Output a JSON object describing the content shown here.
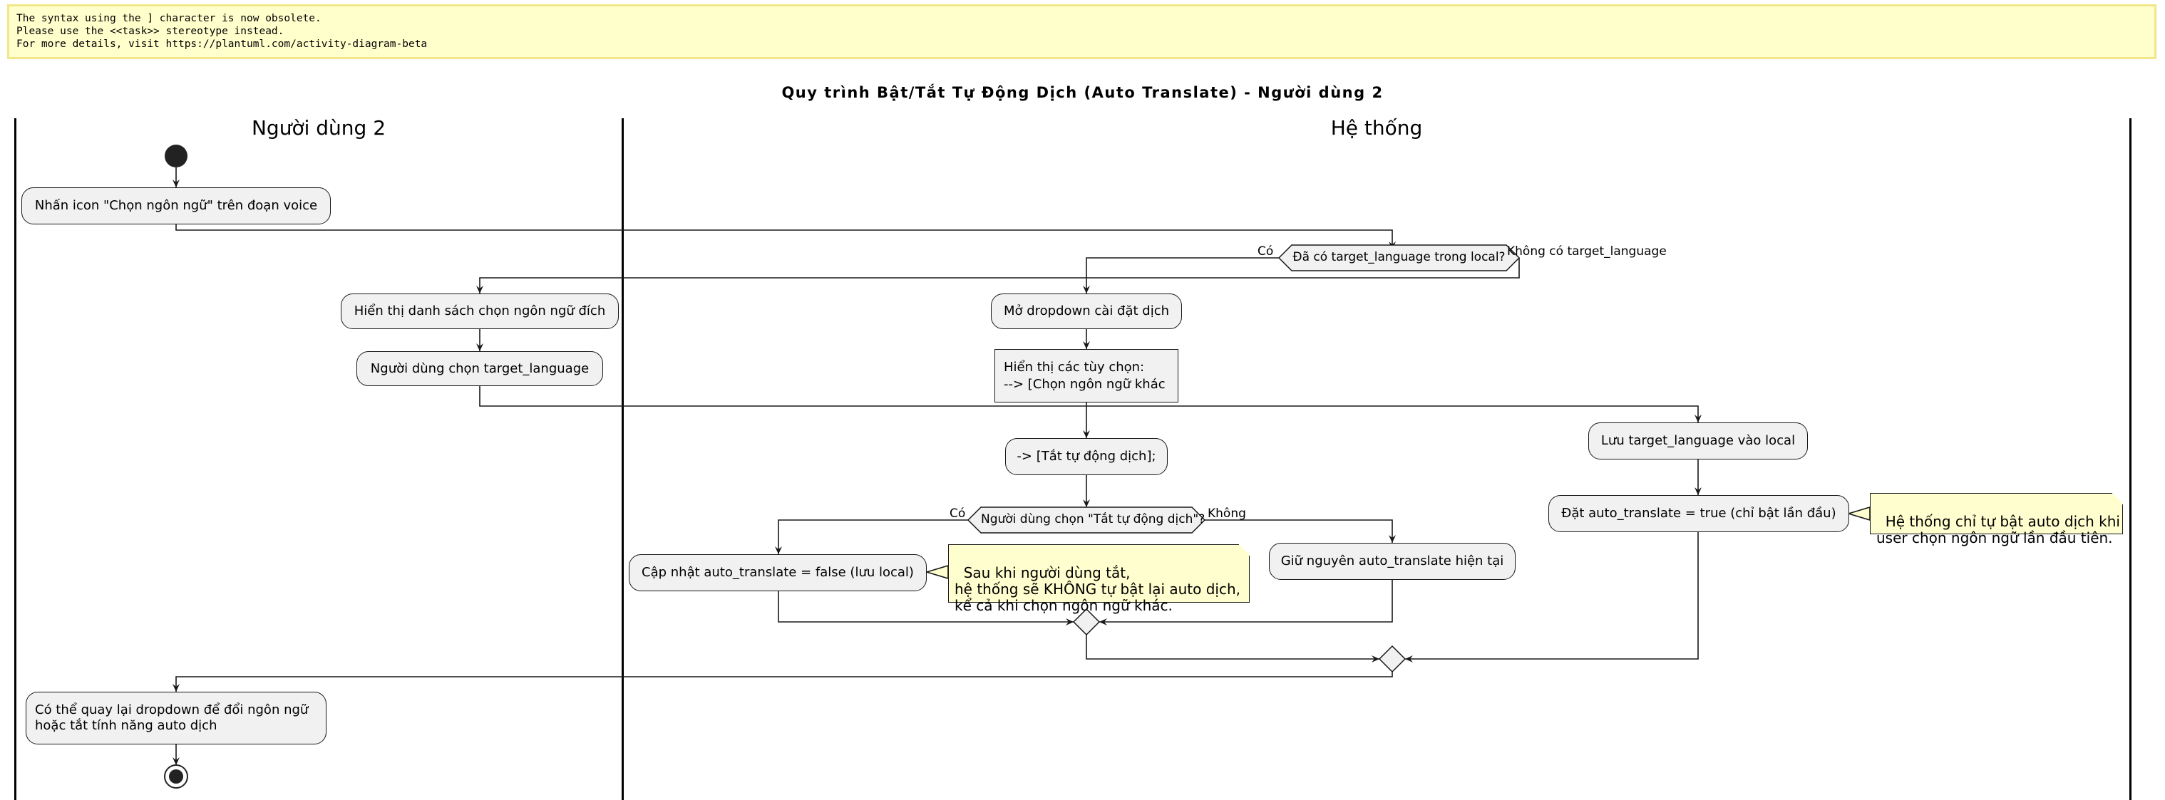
{
  "warning": {
    "lines": [
      "The syntax using the ] character is now obsolete.",
      "Please use the <<task>> stereotype instead.",
      "For more details, visit https://plantuml.com/activity-diagram-beta"
    ]
  },
  "diagram": {
    "title": "Quy trình Bật/Tắt Tự Động Dịch (Auto Translate) - Người dùng 2",
    "lanes": [
      "Người dùng 2",
      "Hệ thống"
    ],
    "activities": {
      "tap_icon": "Nhấn icon \"Chọn ngôn ngữ\" trên đoạn voice",
      "show_list": "Hiển thị danh sách chọn ngôn ngữ đích",
      "user_choose": "Người dùng chọn target_language",
      "open_dropdown": "Mở dropdown cài đặt dịch",
      "show_options": "Hiển thị các tùy chọn:\n--> [Chọn ngôn ngữ khác",
      "turn_off": "-> [Tắt tự động dịch];",
      "save_local": "Lưu target_language vào local",
      "set_auto": "Đặt auto_translate = true (chỉ bật lần đầu)",
      "update_false": "Cập nhật auto_translate = false (lưu local)",
      "keep": "Giữ nguyên auto_translate hiện tại",
      "go_back": "Có thể quay lại dropdown để đổi ngôn ngữ\nhoặc tắt tính năng auto dịch"
    },
    "decisions": {
      "has_target": {
        "question": "Đã có target_language trong local?",
        "yes": "Có",
        "no": "Không có target_language"
      },
      "turn_off_choice": {
        "question": "Người dùng chọn \"Tắt tự động dịch\"?",
        "yes": "Có",
        "no": "Không"
      }
    },
    "notes": {
      "auto_first": "Hệ thống chỉ tự bật auto dịch khi\nuser chọn ngôn ngữ lần đầu tiên.",
      "after_off": "Sau khi người dùng tắt,\nhệ thống sẽ KHÔNG tự bật lại auto dịch,\nkể cả khi chọn ngôn ngữ khác."
    }
  }
}
